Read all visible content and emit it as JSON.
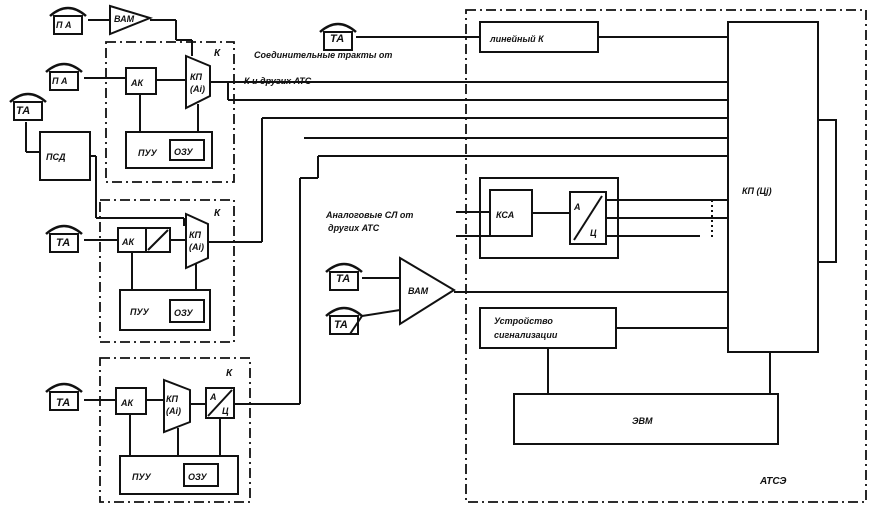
{
  "labels": {
    "ta": "ТА",
    "ak": "АК",
    "puu": "ПУУ",
    "ozu": "ОЗУ",
    "kp_ai": "КП (Аi)",
    "a_ts": "А/Ц",
    "k": "К",
    "vam": "ВАМ",
    "vam_top": "ВАМ",
    "psd": "ПСД",
    "kp_tsj": "КП (Цj)",
    "ksa": "КСА",
    "evm": "ЭВМ",
    "atse": "АТСЭ",
    "lineyny_k": "линейный К",
    "soed_trakty": "Соединительные тракты от",
    "k_i_drugikh_ats": "К и других АТС",
    "analog_sl": "Аналоговые СЛ от",
    "drugikh_ats": "других АТС",
    "ustroystvo_1": "Устройство",
    "ustroystvo_2": "сигнализации",
    "term_top": "П А",
    "term_mid": "П А"
  }
}
